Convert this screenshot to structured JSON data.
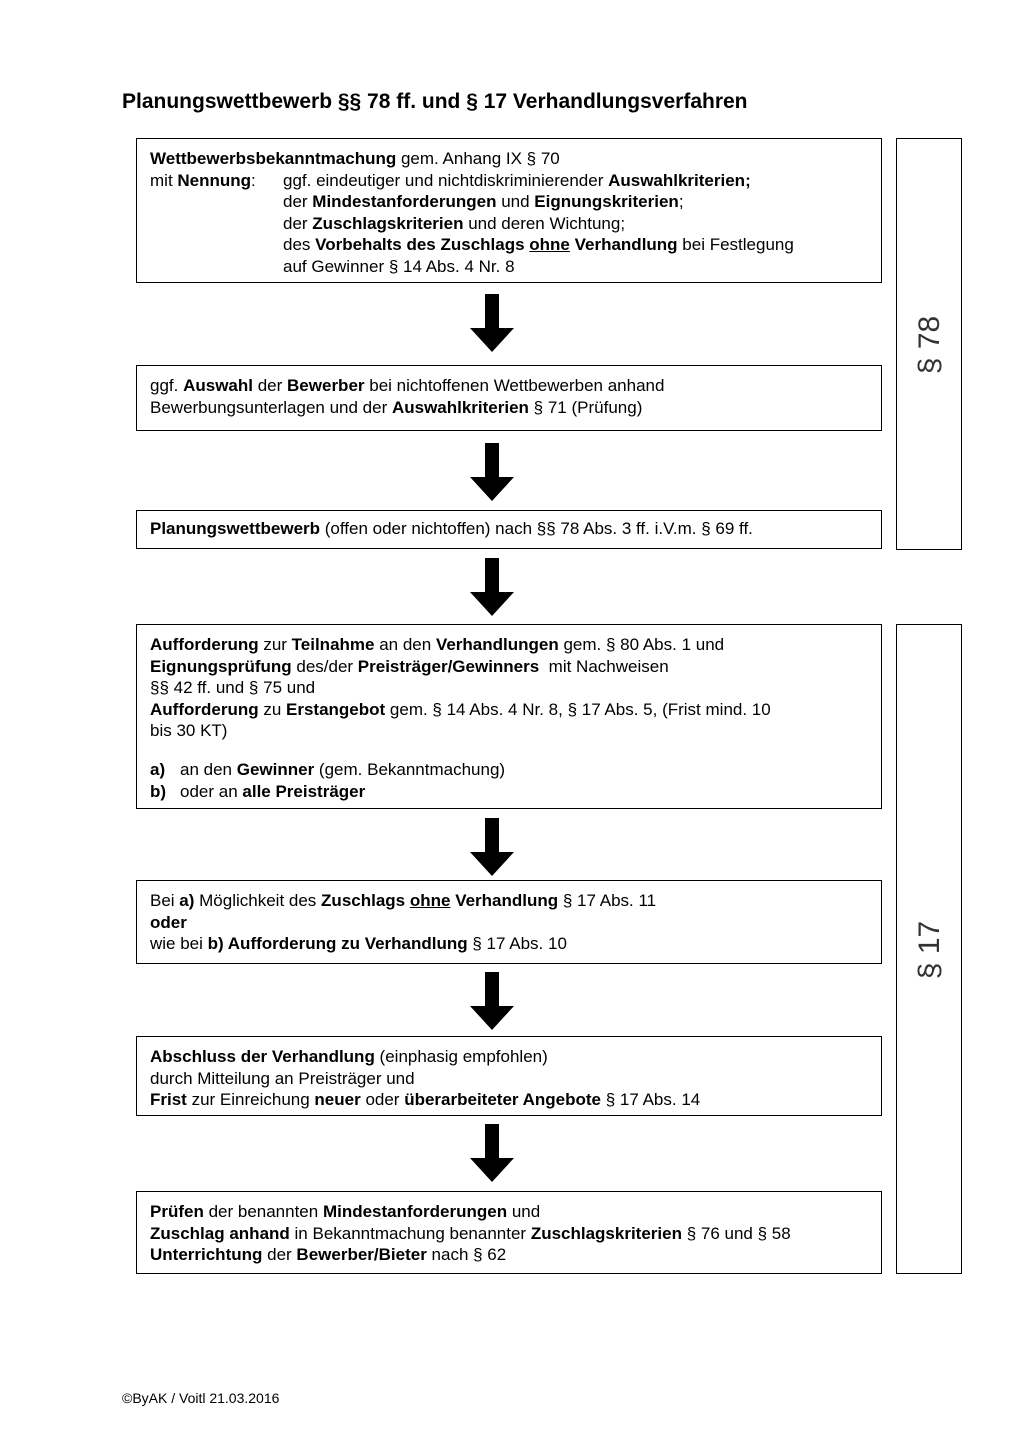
{
  "title": "Planungswettbewerb §§ 78 ff. und § 17 Verhandlungsverfahren",
  "box1": {
    "l1_b1": "Wettbewerbsbekanntmachung",
    "l1_t1": " gem. Anhang IX § 70",
    "l2_label_t": "mit ",
    "l2_label_b": "Nennung",
    "l2_label_t2": ":",
    "l2_t1": "ggf. eindeutiger und nichtdiskriminierender ",
    "l2_b1": "Auswahlkriterien;",
    "l3_t1": "der ",
    "l3_b1": "Mindestanforderungen",
    "l3_t2": " und ",
    "l3_b2": "Eignungskriterien",
    "l3_t3": ";",
    "l4_t1": "der ",
    "l4_b1": "Zuschlagskriterien",
    "l4_t2": " und deren Wichtung;",
    "l5_t1": "des ",
    "l5_b1": "Vorbehalts des Zuschlags ",
    "l5_bu": "ohne",
    "l5_b2": " Verhandlung",
    "l5_t2": " bei Festlegung",
    "l6_t1": "auf Gewinner § 14 Abs. 4 Nr. 8"
  },
  "box2": {
    "l1_t1": "ggf. ",
    "l1_b1": "Auswahl",
    "l1_t2": " der ",
    "l1_b2": "Bewerber",
    "l1_t3": " bei nichtoffenen Wettbewerben anhand",
    "l2_t1": "Bewerbungsunterlagen und der ",
    "l2_b1": "Auswahlkriterien",
    "l2_t2": " § 71 (Prüfung)"
  },
  "box3": {
    "l1_b1": "Planungswettbewerb",
    "l1_t1": " (offen oder nichtoffen) nach §§ 78 Abs. 3 ff. i.V.m. § 69 ff."
  },
  "box4": {
    "l1_b1": "Aufforderung",
    "l1_t1": " zur ",
    "l1_b2": "Teilnahme",
    "l1_t2": " an den ",
    "l1_b3": "Verhandlungen",
    "l1_t3": " gem. § 80 Abs. 1 und",
    "l2_b1": "Eignungsprüfung",
    "l2_t1": " des/der ",
    "l2_b2": "Preisträger/Gewinners",
    "l2_t2": "  mit Nachweisen",
    "l3_t1": "§§ 42 ff. und § 75 und",
    "l4_b1": "Aufforderung",
    "l4_t1": " zu ",
    "l4_b2": "Erstangebot",
    "l4_t2": " gem. § 14 Abs. 4 Nr. 8, § 17 Abs. 5, (Frist mind. 10",
    "l5_t1": "bis 30 KT)",
    "a_key": "a)",
    "a_t1": "an den ",
    "a_b1": "Gewinner",
    "a_t2": " (gem. Bekanntmachung)",
    "b_key": "b)",
    "b_t1": "oder an ",
    "b_b1": "alle Preisträger"
  },
  "box5": {
    "l1_t1": "Bei ",
    "l1_b1": "a)",
    "l1_t2": " Möglichkeit des ",
    "l1_b2": "Zuschlags ",
    "l1_bu": "ohne",
    "l1_b3": " Verhandlung",
    "l1_t3": " § 17 Abs. 11",
    "l2_b1": "oder",
    "l3_t1": "wie bei ",
    "l3_b1": "b) Aufforderung zu Verhandlung",
    "l3_t2": " § 17 Abs. 10"
  },
  "box6": {
    "l1_b1": "Abschluss der Verhandlung",
    "l1_t1": " (einphasig empfohlen)",
    "l2_t1": "durch Mitteilung an Preisträger und",
    "l3_b1": "Frist",
    "l3_t1": " zur Einreichung ",
    "l3_b2": "neuer",
    "l3_t2": " oder ",
    "l3_b3": "überarbeiteter Angebote",
    "l3_t3": " § 17 Abs. 14"
  },
  "box7": {
    "l1_b1": "Prüfen",
    "l1_t1": " der benannten ",
    "l1_b2": "Mindestanforderungen",
    "l1_t2": " und",
    "l2_b1": "Zuschlag anhand",
    "l2_t1": " in Bekanntmachung benannter ",
    "l2_b2": "Zuschlagskriterien",
    "l2_t2": " § 76 und § 58",
    "l3_b1": "Unterrichtung",
    "l3_t1": " der ",
    "l3_b2": "Bewerber/Bieter",
    "l3_t2": " nach § 62"
  },
  "side": {
    "s78": "§ 78",
    "s17": "§ 17"
  },
  "footer": "©ByAK / Voitl 21.03.2016"
}
